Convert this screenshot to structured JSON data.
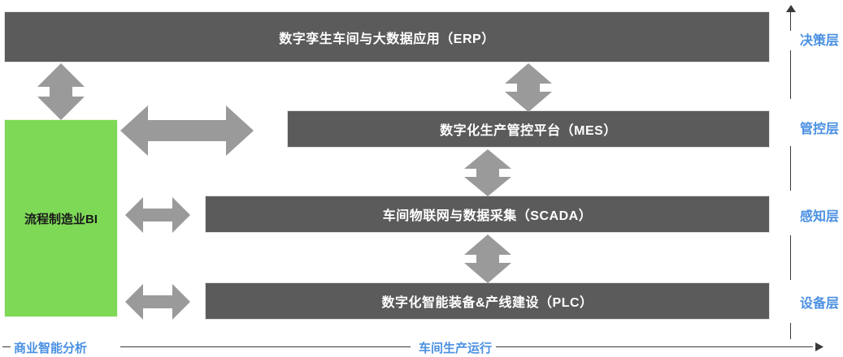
{
  "diagram": {
    "title_layers": {
      "erp": "数字孪生车间与大数据应用（ERP）",
      "mes": "数字化生产管控平台（MES）",
      "scada": "车间物联网与数据采集（SCADA）",
      "plc": "数字化智能装备&产线建设（PLC）",
      "bi": "流程制造业BI"
    },
    "layer_labels": [
      {
        "id": "decision",
        "label": "决策层"
      },
      {
        "id": "control",
        "label": "管控层"
      },
      {
        "id": "perception",
        "label": "感知层"
      },
      {
        "id": "equipment",
        "label": "设备层"
      }
    ],
    "axis_labels": {
      "left": "商业智能分析",
      "bottom": "车间生产运行"
    },
    "colors": {
      "bar_gray": "#5b5b5b",
      "arrow_gray": "#9a9a9a",
      "green": "#7ed957",
      "label_blue": "#4a90e2",
      "axis_line": "#3a3a3a"
    },
    "icons": {
      "vertical_double_arrow": "vertical-double-arrow-icon",
      "horizontal_double_arrow": "horizontal-double-arrow-icon",
      "up_axis_arrow": "up-arrow-icon",
      "right_axis_arrow": "right-arrow-icon"
    }
  }
}
